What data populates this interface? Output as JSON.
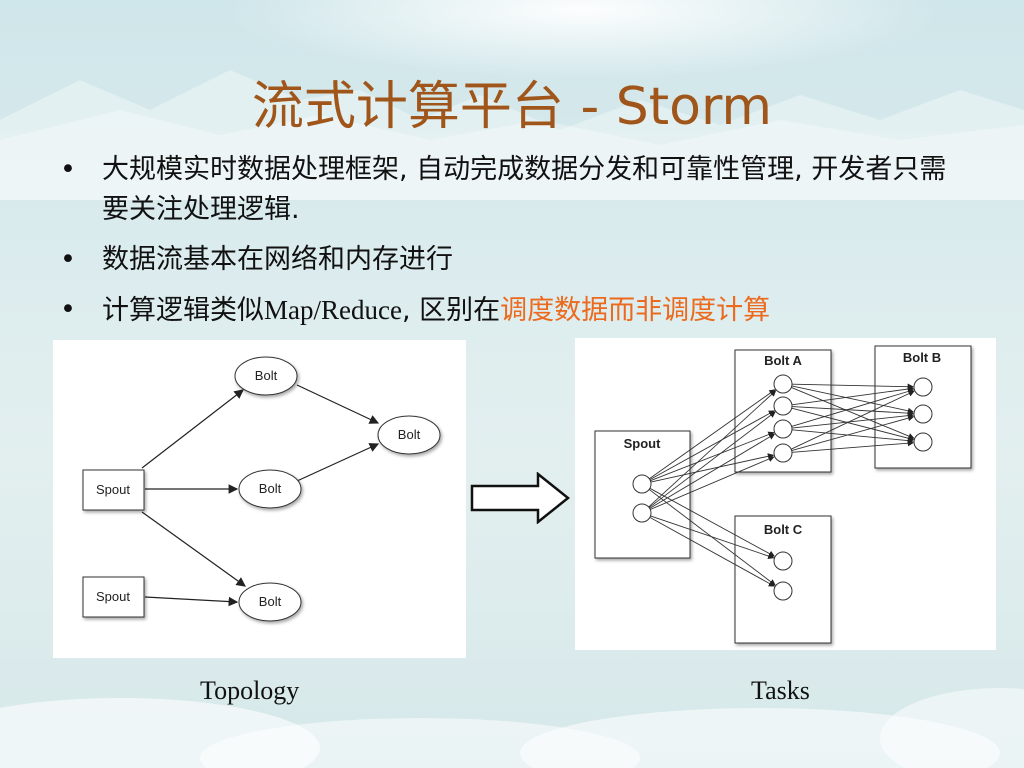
{
  "slide": {
    "title": "流式计算平台 - Storm",
    "bullets": [
      {
        "parts": [
          {
            "text": "大规模实时数据处理框架, 自动完成数据分发和可靠性管理, 开发者只需要关注处理逻辑.",
            "highlight": false
          }
        ]
      },
      {
        "parts": [
          {
            "text": "数据流基本在网络和内存进行",
            "highlight": false
          }
        ]
      },
      {
        "parts": [
          {
            "text": "计算逻辑类似",
            "highlight": false
          },
          {
            "text": "Map/Reduce",
            "highlight": false,
            "serif": true
          },
          {
            "text": ", 区别在",
            "highlight": false
          },
          {
            "text": "调度数据而非调度计算",
            "highlight": true
          }
        ]
      }
    ],
    "highlight_color": "#ec6a1d",
    "title_color": "#a0561a"
  },
  "topology": {
    "caption": "Topology",
    "nodes": {
      "spout1": "Spout",
      "spout2": "Spout",
      "bolt_top": "Bolt",
      "bolt_mid": "Bolt",
      "bolt_right": "Bolt",
      "bolt_bottom": "Bolt"
    }
  },
  "tasks": {
    "caption": "Tasks",
    "boxes": {
      "spout": "Spout",
      "bolt_a": "Bolt A",
      "bolt_b": "Bolt B",
      "bolt_c": "Bolt C"
    }
  },
  "arrow_icon": "right-arrow-icon"
}
